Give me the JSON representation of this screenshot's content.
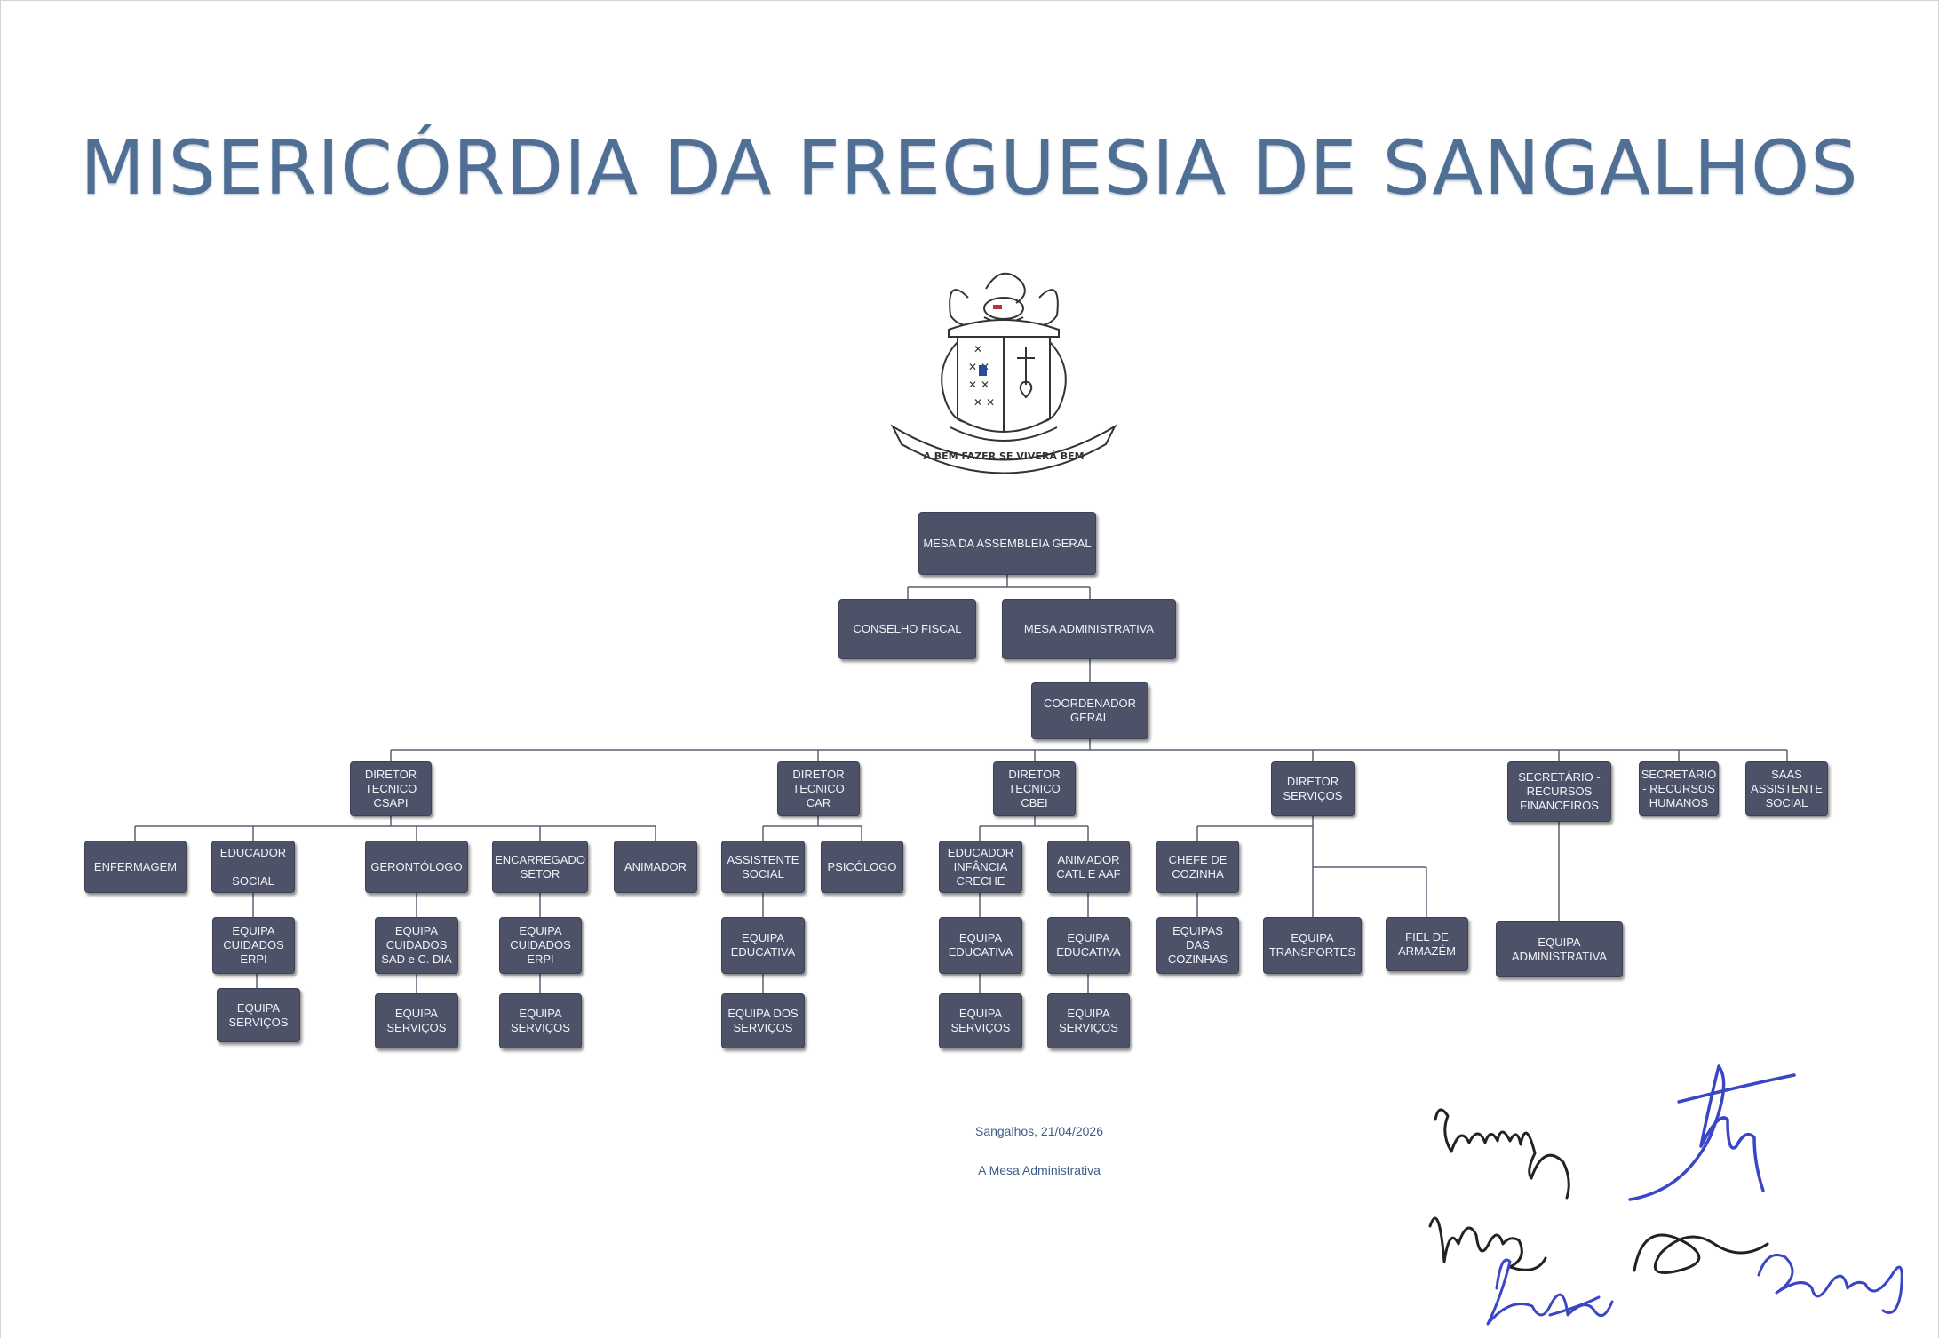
{
  "title": "MISERICÓRDIA DA FREGUESIA DE SANGALHOS",
  "emblem": {
    "motto": "A BEM FAZER SE VIVERÁ BEM"
  },
  "org_chart": {
    "mesa_assembleia": "MESA DA ASSEMBLEIA GERAL",
    "conselho_fiscal": "CONSELHO FISCAL",
    "mesa_administrativa": "MESA ADMINISTRATIVA",
    "coordenador": "COORDENADOR\nGERAL",
    "diretor_csapi": "DIRETOR\nTECNICO\nCSAPI",
    "diretor_car": "DIRETOR\nTECNICO\nCAR",
    "diretor_cbei": "DIRETOR\nTECNICO\nCBEI",
    "diretor_servicos": "DIRETOR\nSERVIÇOS",
    "secretario_financeiros": "SECRETÁRIO -\nRECURSOS\nFINANCEIROS",
    "secretario_humanos": "SECRETÁRIO\n- RECURSOS\nHUMANOS",
    "saas": "SAAS\nASSISTENTE\nSOCIAL",
    "enfermagem": "ENFERMAGEM",
    "educador_social": "EDUCADOR\n\nSOCIAL",
    "gerontologo": "GERONTÓLOGO",
    "encarregado_setor": "ENCARREGADO\nSETOR",
    "animador": "ANIMADOR",
    "assistente_social": "ASSISTENTE\nSOCIAL",
    "psicologo": "PSICÓLOGO",
    "educador_infancia": "EDUCADOR\nINFÂNCIA\nCRECHE",
    "animador_catl": "ANIMADOR\nCATL E AAF",
    "chefe_cozinha": "CHEFE DE\nCOZINHA",
    "equipa_cuidados_erpi_1": "EQUIPA\nCUIDADOS\nERPI",
    "equipa_servicos_1": "EQUIPA\nSERVIÇOS",
    "equipa_cuidados_sad": "EQUIPA\nCUIDADOS\nSAD e C. DIA",
    "equipa_servicos_2": "EQUIPA\nSERVIÇOS",
    "equipa_cuidados_erpi_2": "EQUIPA\nCUIDADOS\nERPI",
    "equipa_servicos_3": "EQUIPA\nSERVIÇOS",
    "equipa_educativa_car": "EQUIPA\nEDUCATIVA",
    "equipa_dos_servicos": "EQUIPA DOS\nSERVIÇOS",
    "equipa_educativa_creche": "EQUIPA\nEDUCATIVA",
    "equipa_servicos_creche": "EQUIPA\nSERVIÇOS",
    "equipa_educativa_catl": "EQUIPA\nEDUCATIVA",
    "equipa_servicos_catl": "EQUIPA\nSERVIÇOS",
    "equipas_cozinhas": "EQUIPAS\nDAS\nCOZINHAS",
    "equipa_transportes": "EQUIPA\nTRANSPORTES",
    "fiel_armazem": "FIEL DE\nARMAZÉM",
    "equipa_administrativa": "EQUIPA\nADMINISTRATIVA"
  },
  "footer": {
    "date": "Sangalhos, 21/04/2026",
    "signatory": "A Mesa Administrativa"
  },
  "colors": {
    "title": "#4f6f95",
    "box_fill": "#4d5269",
    "box_text": "#f2f3f7",
    "connector": "#5a5f72",
    "footer_text": "#3e5d8a",
    "signature_blue": "#3a45c8",
    "signature_black": "#222222"
  }
}
